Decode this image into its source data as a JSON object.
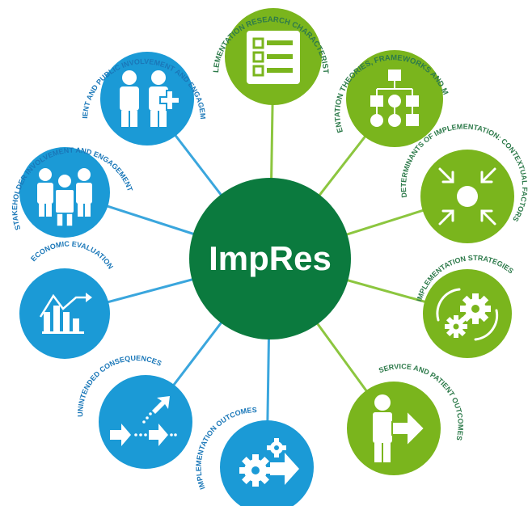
{
  "diagram": {
    "center": {
      "label": "ImpRes",
      "color": "#0b7a3e"
    },
    "colors": {
      "green": "#7ab51d",
      "blue": "#1b9ad6",
      "spoke_green": "#8cc63f",
      "spoke_blue": "#3aa6dd",
      "label_green": "#2d7a4a",
      "label_blue": "#1a77b8"
    },
    "nodes": [
      {
        "id": "implementation-research-characteristics",
        "label": "IMPLEMENTATION RESEARCH CHARACTERISTICS",
        "color": "green",
        "icon": "checklist-icon"
      },
      {
        "id": "implementation-theories",
        "label": "IMPLEMENTATION THEORIES, FRAMEWORKS AND MODELS",
        "color": "green",
        "icon": "flowchart-icon"
      },
      {
        "id": "determinants",
        "label": "DETERMINANTS OF IMPLEMENTATION: CONTEXTUAL FACTORS",
        "color": "green",
        "icon": "converging-arrows-icon"
      },
      {
        "id": "implementation-strategies",
        "label": "IMPLEMENTATION STRATEGIES",
        "color": "green",
        "icon": "gears-icon"
      },
      {
        "id": "service-patient-outcomes",
        "label": "SERVICE AND PATIENT OUTCOMES",
        "color": "green",
        "icon": "person-arrow-icon"
      },
      {
        "id": "implementation-outcomes",
        "label": "IMPLEMENTATION OUTCOMES",
        "color": "blue",
        "icon": "gears-arrow-icon"
      },
      {
        "id": "unintended-consequences",
        "label": "UNINTENDED CONSEQUENCES",
        "color": "blue",
        "icon": "diverging-arrows-icon"
      },
      {
        "id": "economic-evaluation",
        "label": "ECONOMIC EVALUATION",
        "color": "blue",
        "icon": "bar-chart-icon"
      },
      {
        "id": "stakeholder-involvement",
        "label": "STAKEHOLDER INVOLVEMENT AND ENGAGEMENT",
        "color": "blue",
        "icon": "group-people-icon"
      },
      {
        "id": "patient-public-involvement",
        "label": "PATIENT AND PUBLIC INVOLVEMENT AND ENGAGEMENT",
        "color": "blue",
        "icon": "person-plus-icon"
      }
    ]
  }
}
